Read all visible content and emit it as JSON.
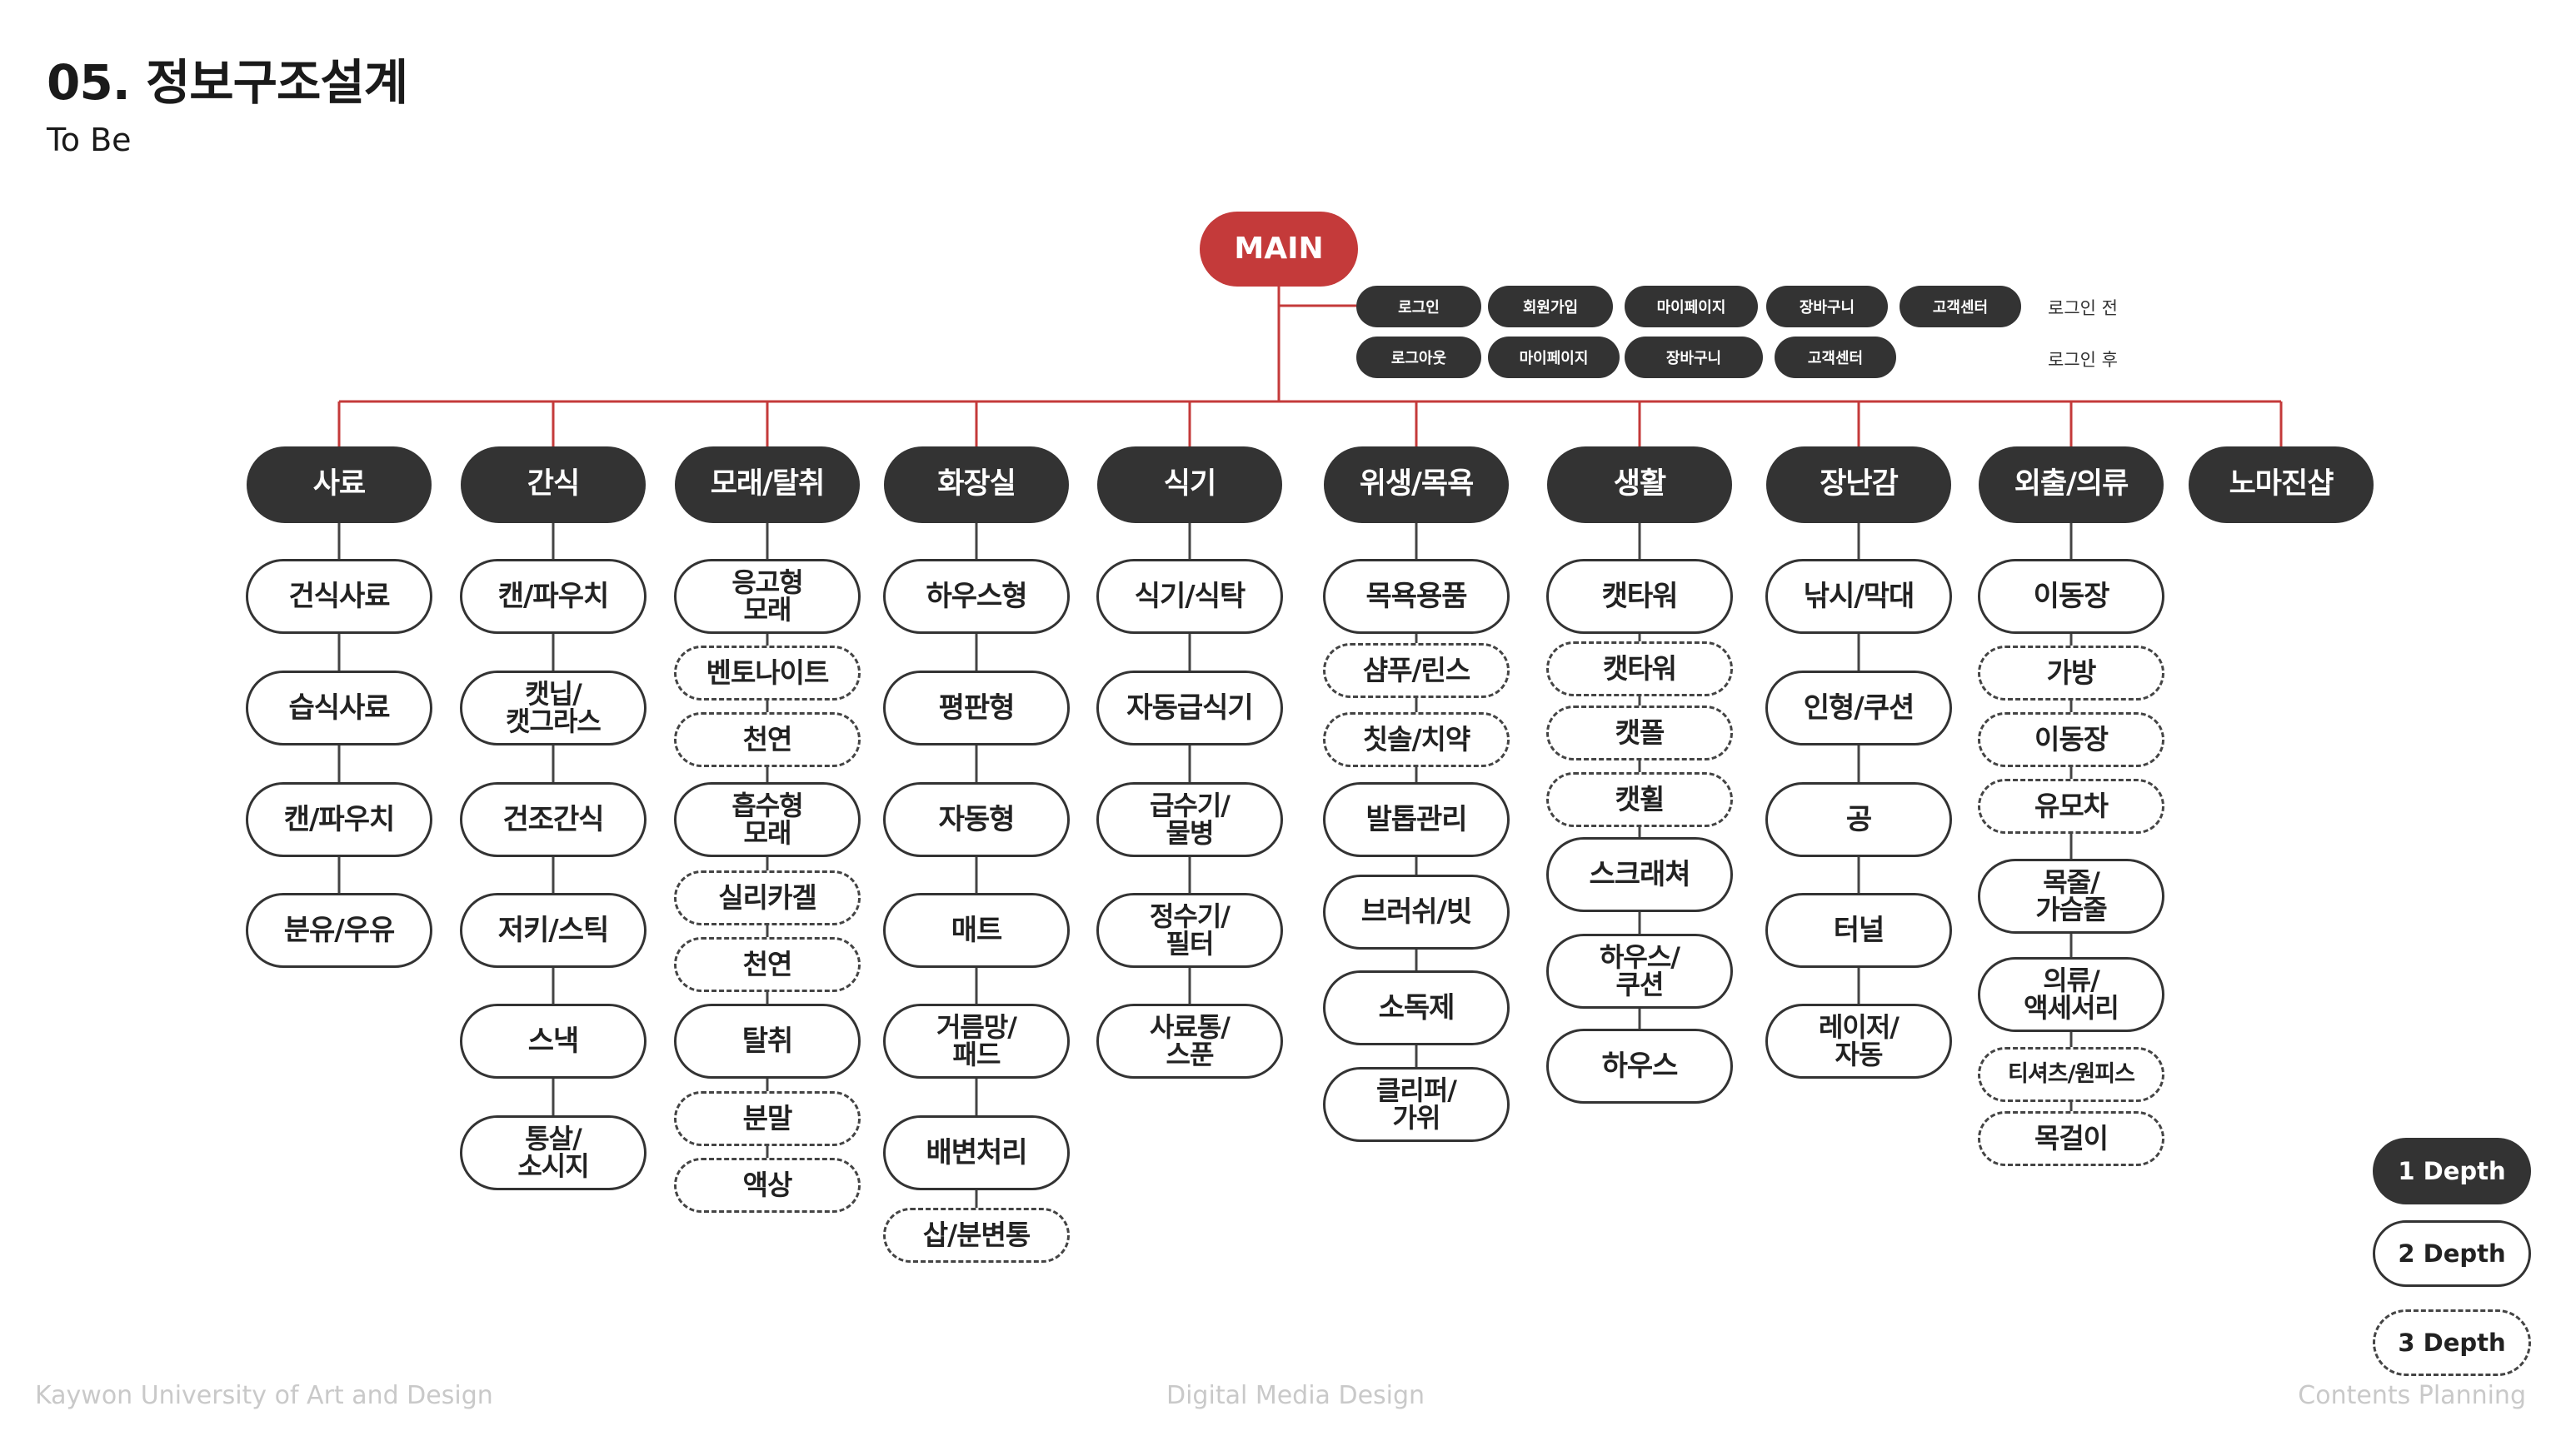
{
  "header": {
    "title": "05. 정보구조설계",
    "subtitle": "To Be"
  },
  "main_node": "MAIN",
  "utility": {
    "before_login": [
      "로그인",
      "회원가입",
      "마이페이지",
      "장바구니",
      "고객센터"
    ],
    "after_login": [
      "로그아웃",
      "마이페이지",
      "장바구니",
      "고객센터"
    ],
    "before_label": "로그인 전",
    "after_label": "로그인 후"
  },
  "categories": [
    {
      "label": "사료",
      "children": [
        {
          "label": "건식사료",
          "depth": 2
        },
        {
          "label": "습식사료",
          "depth": 2
        },
        {
          "label": "캔/파우치",
          "depth": 2
        },
        {
          "label": "분유/우유",
          "depth": 2
        }
      ]
    },
    {
      "label": "간식",
      "children": [
        {
          "label": "캔/파우치",
          "depth": 2
        },
        {
          "label": "캣닙/\n캣그라스",
          "depth": 2
        },
        {
          "label": "건조간식",
          "depth": 2
        },
        {
          "label": "저키/스틱",
          "depth": 2
        },
        {
          "label": "스낵",
          "depth": 2
        },
        {
          "label": "통살/\n소시지",
          "depth": 2
        }
      ]
    },
    {
      "label": "모래/탈취",
      "children": [
        {
          "label": "응고형\n모래",
          "depth": 2
        },
        {
          "label": "벤토나이트",
          "depth": 3
        },
        {
          "label": "천연",
          "depth": 3
        },
        {
          "label": "흡수형\n모래",
          "depth": 2
        },
        {
          "label": "실리카겔",
          "depth": 3
        },
        {
          "label": "천연",
          "depth": 3
        },
        {
          "label": "탈취",
          "depth": 2
        },
        {
          "label": "분말",
          "depth": 3
        },
        {
          "label": "액상",
          "depth": 3
        }
      ]
    },
    {
      "label": "화장실",
      "children": [
        {
          "label": "하우스형",
          "depth": 2
        },
        {
          "label": "평판형",
          "depth": 2
        },
        {
          "label": "자동형",
          "depth": 2
        },
        {
          "label": "매트",
          "depth": 2
        },
        {
          "label": "거름망/\n패드",
          "depth": 2
        },
        {
          "label": "배변처리",
          "depth": 2
        },
        {
          "label": "삽/분변통",
          "depth": 3
        }
      ]
    },
    {
      "label": "식기",
      "children": [
        {
          "label": "식기/식탁",
          "depth": 2
        },
        {
          "label": "자동급식기",
          "depth": 2
        },
        {
          "label": "급수기/\n물병",
          "depth": 2
        },
        {
          "label": "정수기/\n필터",
          "depth": 2
        },
        {
          "label": "사료통/\n스푼",
          "depth": 2
        }
      ]
    },
    {
      "label": "위생/목욕",
      "children": [
        {
          "label": "목욕용품",
          "depth": 2
        },
        {
          "label": "샴푸/린스",
          "depth": 3
        },
        {
          "label": "칫솔/치약",
          "depth": 3
        },
        {
          "label": "발톱관리",
          "depth": 2
        },
        {
          "label": "브러쉬/빗",
          "depth": 2
        },
        {
          "label": "소독제",
          "depth": 2
        },
        {
          "label": "클리퍼/\n가위",
          "depth": 2
        }
      ]
    },
    {
      "label": "생활",
      "children": [
        {
          "label": "캣타워",
          "depth": 2
        },
        {
          "label": "캣타워",
          "depth": 3
        },
        {
          "label": "캣폴",
          "depth": 3
        },
        {
          "label": "캣휠",
          "depth": 3
        },
        {
          "label": "스크래쳐",
          "depth": 2
        },
        {
          "label": "하우스/\n쿠션",
          "depth": 2
        },
        {
          "label": "하우스",
          "depth": 2
        }
      ]
    },
    {
      "label": "장난감",
      "children": [
        {
          "label": "낚시/막대",
          "depth": 2
        },
        {
          "label": "인형/쿠션",
          "depth": 2
        },
        {
          "label": "공",
          "depth": 2
        },
        {
          "label": "터널",
          "depth": 2
        },
        {
          "label": "레이저/\n자동",
          "depth": 2
        }
      ]
    },
    {
      "label": "외출/의류",
      "children": [
        {
          "label": "이동장",
          "depth": 2
        },
        {
          "label": "가방",
          "depth": 3
        },
        {
          "label": "이동장",
          "depth": 3
        },
        {
          "label": "유모차",
          "depth": 3
        },
        {
          "label": "목줄/\n가슴줄",
          "depth": 2
        },
        {
          "label": "의류/\n액세서리",
          "depth": 2
        },
        {
          "label": "티셔츠/원피스",
          "depth": 3
        },
        {
          "label": "목걸이",
          "depth": 3
        }
      ]
    },
    {
      "label": "노마진샵",
      "children": []
    }
  ],
  "legend": {
    "depth1": "1 Depth",
    "depth2": "2 Depth",
    "depth3": "3 Depth"
  },
  "footer": {
    "left": "Kaywon University of Art and Design",
    "center": "Digital Media Design",
    "right": "Contents Planning"
  },
  "colors": {
    "main": "#c43a3a",
    "depth1": "#333333",
    "connector": "#c43a3a"
  }
}
